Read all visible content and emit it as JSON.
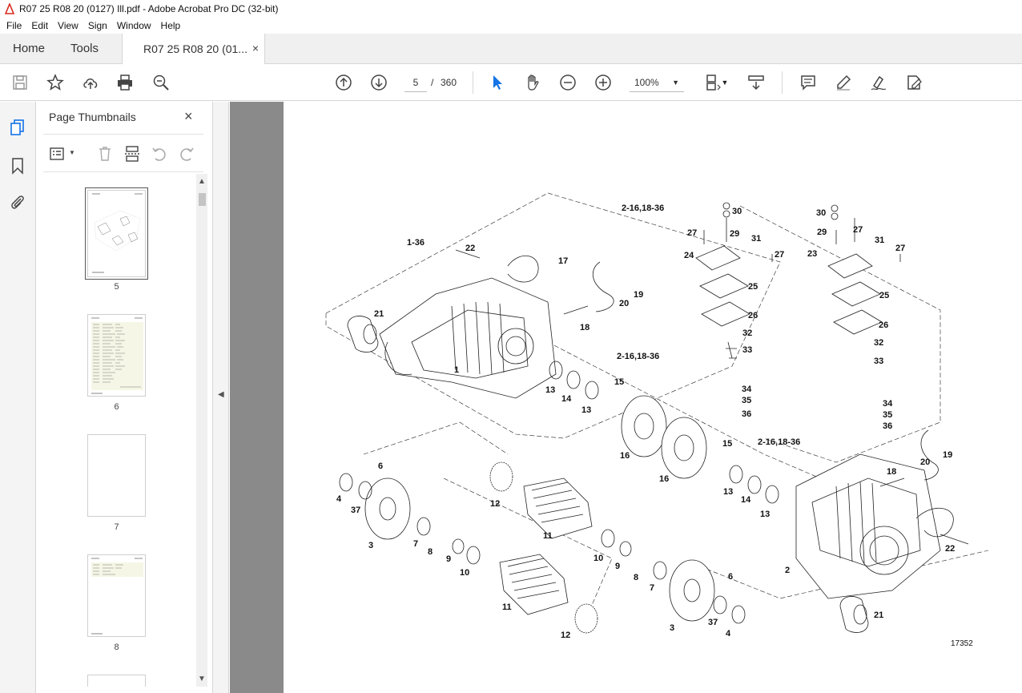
{
  "window": {
    "title": "R07 25 R08 20 (0127) Ill.pdf - Adobe Acrobat Pro DC (32-bit)"
  },
  "menu": [
    "File",
    "Edit",
    "View",
    "Sign",
    "Window",
    "Help"
  ],
  "tabs": {
    "home": "Home",
    "tools": "Tools",
    "document": "R07 25 R08 20 (01...",
    "close": "×"
  },
  "toolbar": {
    "page_current": "5",
    "page_separator": "/",
    "page_total": "360",
    "zoom": "100%"
  },
  "thumbnails": {
    "title": "Page Thumbnails",
    "close": "×",
    "pages": [
      {
        "number": "5",
        "selected": true
      },
      {
        "number": "6",
        "selected": false
      },
      {
        "number": "7",
        "selected": false
      },
      {
        "number": "8",
        "selected": false
      }
    ]
  },
  "drawing": {
    "figure_number": "17352",
    "callouts": [
      "1-36",
      "22",
      "17",
      "2-16,18-36",
      "30",
      "29",
      "27",
      "31",
      "27",
      "24",
      "25",
      "26",
      "32",
      "33",
      "19",
      "20",
      "18",
      "21",
      "1",
      "13",
      "14",
      "13",
      "15",
      "2-16,18-36",
      "34",
      "35",
      "36",
      "16",
      "16",
      "15",
      "30",
      "27",
      "29",
      "31",
      "27",
      "23",
      "25",
      "26",
      "32",
      "33",
      "34",
      "35",
      "36",
      "2-16,18-36",
      "19",
      "20",
      "18",
      "6",
      "4",
      "37",
      "3",
      "12",
      "11",
      "7",
      "8",
      "9",
      "10",
      "10",
      "9",
      "8",
      "7",
      "6",
      "13",
      "14",
      "13",
      "22",
      "2",
      "11",
      "12",
      "3",
      "37",
      "4",
      "21"
    ]
  }
}
